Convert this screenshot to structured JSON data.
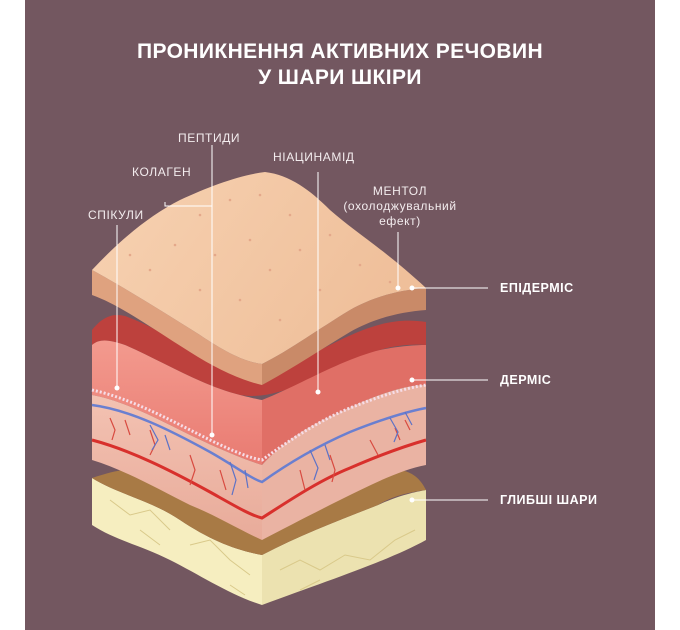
{
  "title": {
    "line1": "ПРОНИКНЕННЯ АКТИВНИХ РЕЧОВИН",
    "line2": "У ШАРИ ШКІРИ"
  },
  "ingredients": {
    "peptides": "ПЕПТИДИ",
    "collagen": "КОЛАГЕН",
    "niacinamide": "НІАЦИНАМІД",
    "spicules": "СПІКУЛИ",
    "menthol_line1": "МЕНТОЛ",
    "menthol_line2": "(охолоджувальний",
    "menthol_line3": "ефект)"
  },
  "layers": {
    "epidermis": "ЕПІДЕРМІС",
    "dermis": "ДЕРМІС",
    "deeper": "ГЛИБШІ ШАРИ"
  },
  "colors": {
    "background": "#735760",
    "epidermis_top": "#f4c9a6",
    "epidermis_side": "#d79a78",
    "dermis_red": "#c0433f",
    "dermis_pink": "#f08a80",
    "vessel_blue": "#6a7fd0",
    "vessel_red": "#d8302c",
    "deeper_yellow": "#f6eec0",
    "deeper_brown": "#9a6a3a"
  }
}
